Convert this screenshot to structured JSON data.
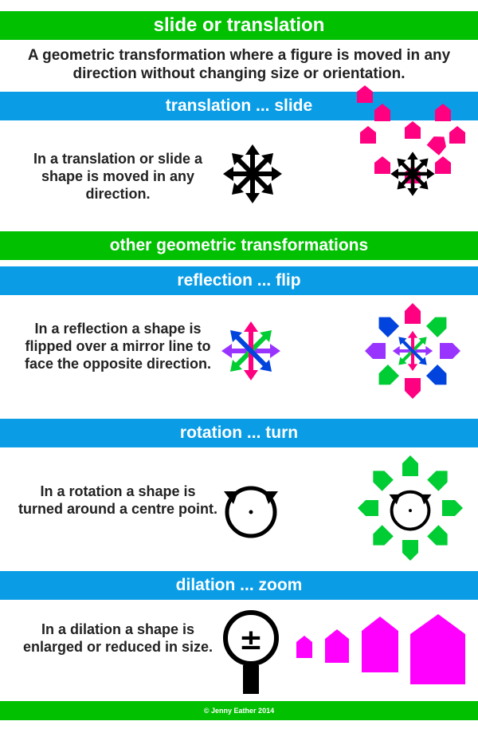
{
  "title": "slide or translation",
  "definition": "A geometric transformation where a figure is moved in any direction without changing size or orientation.",
  "sections": {
    "translation": {
      "heading": "translation ... slide",
      "text": "In a translation or slide a shape is moved in any direction."
    },
    "other": {
      "heading": "other geometric transformations"
    },
    "reflection": {
      "heading": "reflection ... flip",
      "text": "In a reflection a shape is flipped over a mirror line to face the opposite direction."
    },
    "rotation": {
      "heading": "rotation ... turn",
      "text": "In a rotation a shape is turned around a centre point."
    },
    "dilation": {
      "heading": "dilation ... zoom",
      "text": "In a dilation a shape is enlarged or reduced in size."
    }
  },
  "zoom_symbol": "±",
  "footer": "© Jenny Eather 2014",
  "colors": {
    "green": "#00c000",
    "blue": "#0a9de6",
    "magenta": "#ff00ff",
    "pink": "#ff0080",
    "purple": "#9933ff",
    "dark_blue": "#0044dd",
    "shape_green": "#00cc33"
  }
}
